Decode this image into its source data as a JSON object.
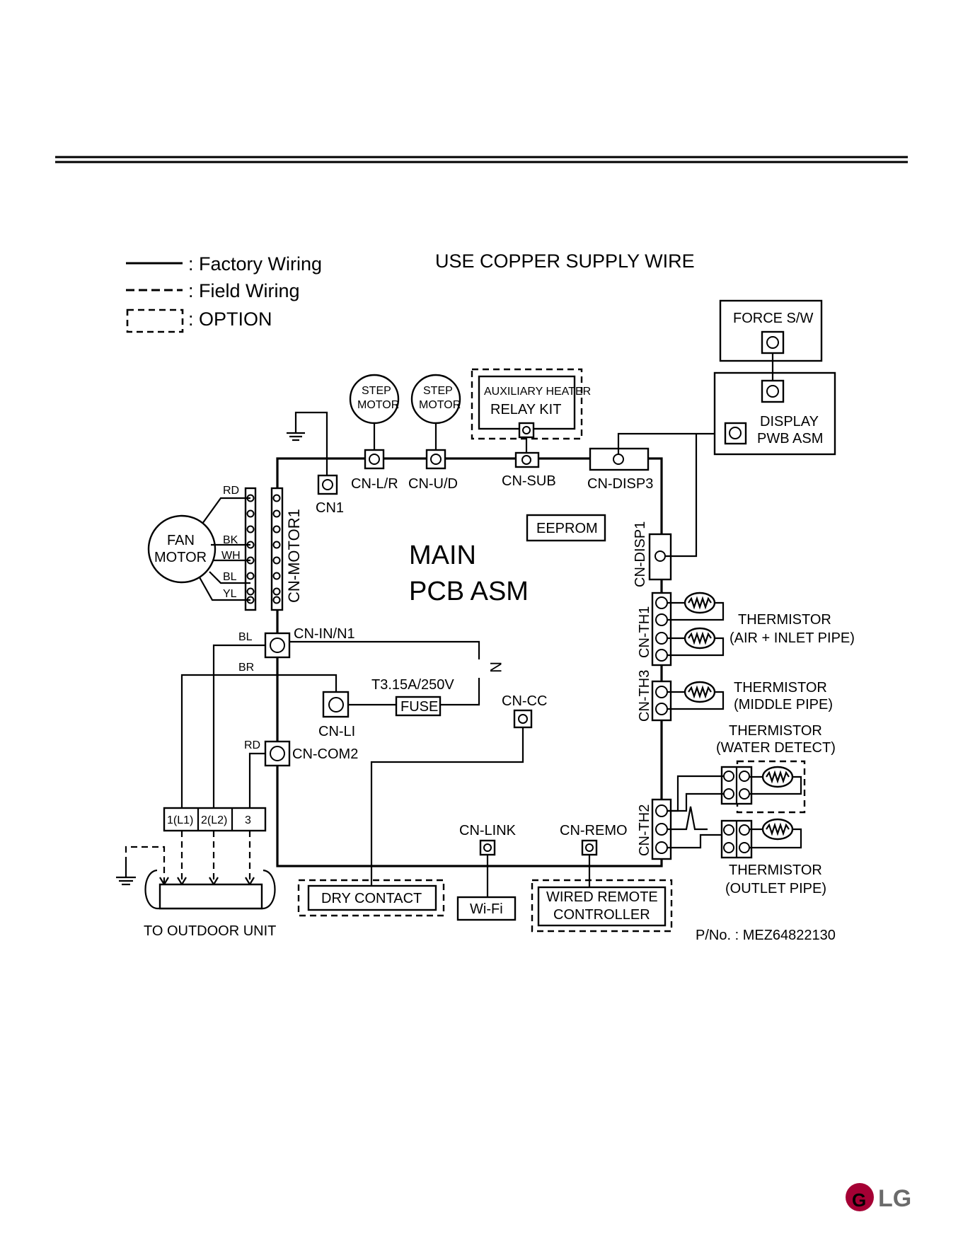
{
  "legend": {
    "factory": ": Factory Wiring",
    "field": ": Field Wiring",
    "option": ": OPTION"
  },
  "header_note": "USE COPPER SUPPLY WIRE",
  "boxes": {
    "force_sw": "FORCE S/W",
    "display_pwb_1": "DISPLAY",
    "display_pwb_2": "PWB ASM",
    "aux_heater_1": "AUXILIARY HEATER",
    "aux_heater_2": "RELAY KIT",
    "step_motor_1": "STEP",
    "step_motor_2": "MOTOR",
    "fan_motor_1": "FAN",
    "fan_motor_2": "MOTOR",
    "main_pcb_1": "MAIN",
    "main_pcb_2": "PCB ASM",
    "eeprom": "EEPROM",
    "fuse": "FUSE",
    "fuse_rating": "T3.15A/250V",
    "dry_contact": "DRY CONTACT",
    "wifi": "Wi-Fi",
    "wired_remote_1": "WIRED REMOTE",
    "wired_remote_2": "CONTROLLER",
    "outdoor_unit": "TO OUTDOOR UNIT",
    "part_number": "P/No. : MEZ64822130"
  },
  "connectors": {
    "cn1": "CN1",
    "cn_lr": "CN-L/R",
    "cn_ud": "CN-U/D",
    "cn_sub": "CN-SUB",
    "cn_disp3": "CN-DISP3",
    "cn_disp1": "CN-DISP1",
    "cn_motor1": "CN-MOTOR1",
    "cn_in_n1": "CN-IN/N1",
    "cn_li": "CN-LI",
    "cn_com2": "CN-COM2",
    "cn_cc": "CN-CC",
    "cn_link": "CN-LINK",
    "cn_remo": "CN-REMO",
    "cn_th1": "CN-TH1",
    "cn_th3": "CN-TH3",
    "cn_th2": "CN-TH2",
    "n_mark": "N"
  },
  "wire_colors": {
    "rd": "RD",
    "bk": "BK",
    "wh": "WH",
    "bl": "BL",
    "yl": "YL",
    "bl2": "BL",
    "br": "BR",
    "rd2": "RD"
  },
  "terminals": [
    "1(L1)",
    "2(L2)",
    "3"
  ],
  "thermistors": {
    "th_air_1": "THERMISTOR",
    "th_air_2": "(AIR + INLET PIPE)",
    "th_mid_1": "THERMISTOR",
    "th_mid_2": "(MIDDLE PIPE)",
    "th_water_1": "THERMISTOR",
    "th_water_2": "(WATER DETECT)",
    "th_out_1": "THERMISTOR",
    "th_out_2": "(OUTLET PIPE)"
  },
  "brand": {
    "logo_text": "LG",
    "logo_color": "#a50034"
  },
  "icons": [
    "ground-icon",
    "resistor-icon",
    "lg-logo-icon"
  ]
}
